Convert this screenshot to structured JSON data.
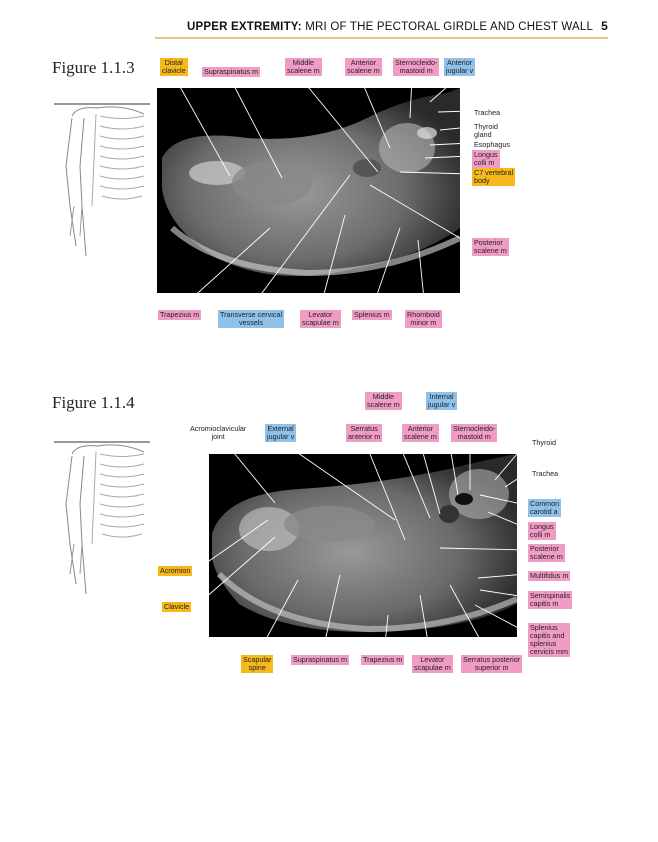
{
  "header": {
    "section_bold": "UPPER EXTREMITY:",
    "section_rest": " MRI OF THE PECTORAL GIRDLE AND CHEST WALL",
    "page_number": "5"
  },
  "figure1": {
    "label": "Figure 1.1.3",
    "labels": {
      "distal_clavicle": "Distal\nclavicle",
      "supraspinatus": "Supraspinatus m",
      "middle_scalene": "Middle\nscalene m",
      "anterior_scalene": "Anterior\nscalene m",
      "sternocleidomastoid": "Sternocleido-\nmastoid m",
      "anterior_jugular": "Anterior\njugular v",
      "trachea": "Trachea",
      "thyroid": "Thyroid\ngland",
      "esophagus": "Esophagus",
      "longus_colli": "Longus\ncolli m",
      "c7": "C7 vertebral\nbody",
      "posterior_scalene": "Posterior\nscalene m",
      "trapezius": "Trapezius m",
      "transverse_cervical": "Transverse cervical\nvessels",
      "levator": "Levator\nscapulae m",
      "splenius": "Splenius m",
      "rhomboid": "Rhomboid\nminor m"
    }
  },
  "figure2": {
    "label": "Figure 1.1.4",
    "labels": {
      "acromioclavicular": "Acromioclavicular\njoint",
      "external_jugular": "External\njugular v",
      "serratus_anterior": "Serratus\nanterior m",
      "middle_scalene": "Middle\nscalene m",
      "anterior_scalene": "Anterior\nscalene m",
      "internal_jugular": "Internal\njugular v",
      "sternocleidomastoid": "Sternocleido-\nmastoid m",
      "thyroid": "Thyroid",
      "trachea": "Trachea",
      "common_carotid": "Common\ncarotid a",
      "longus_colli": "Longus\ncolli m",
      "posterior_scalene": "Posterior\nscalene m",
      "multifidus": "Multifidus m",
      "semispinalis": "Semispinalis\ncapitis m",
      "splenius": "Splenius\ncapitis and\nsplenius\ncervicis mm",
      "acromion": "Acromion",
      "clavicle": "Clavicle",
      "scapular_spine": "Scapular\nspine",
      "supraspinatus": "Supraspinatus m",
      "trapezius": "Trapezius m",
      "levator": "Levator\nscapulae m",
      "serratus_posterior": "Serratus posterior\nsuperior m"
    }
  },
  "colors": {
    "pink": "#f19cc5",
    "blue": "#8fc1ea",
    "yellow": "#f6b81a",
    "rule": "#e8c37c"
  }
}
